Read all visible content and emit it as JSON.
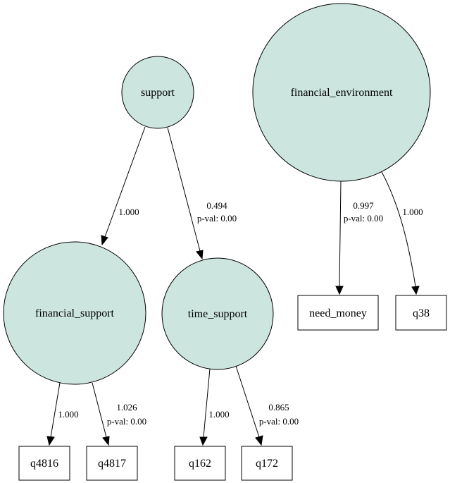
{
  "colors": {
    "latent_fill": "#cce5df",
    "stroke": "#000000",
    "background": "#ffffff"
  },
  "latent_nodes": {
    "support": "support",
    "financial_environment": "financial_environment",
    "financial_support": "financial_support",
    "time_support": "time_support"
  },
  "observed_nodes": {
    "q4816": "q4816",
    "q4817": "q4817",
    "q162": "q162",
    "q172": "q172",
    "need_money": "need_money",
    "q38": "q38"
  },
  "edges": {
    "support_to_financial_support": {
      "estimate": "1.000"
    },
    "support_to_time_support": {
      "estimate": "0.494",
      "pval": "p-val: 0.00"
    },
    "financial_environment_to_need_money": {
      "estimate": "0.997",
      "pval": "p-val: 0.00"
    },
    "financial_environment_to_q38": {
      "estimate": "1.000"
    },
    "financial_support_to_q4816": {
      "estimate": "1.000"
    },
    "financial_support_to_q4817": {
      "estimate": "1.026",
      "pval": "p-val: 0.00"
    },
    "time_support_to_q162": {
      "estimate": "1.000"
    },
    "time_support_to_q172": {
      "estimate": "0.865",
      "pval": "p-val: 0.00"
    }
  }
}
